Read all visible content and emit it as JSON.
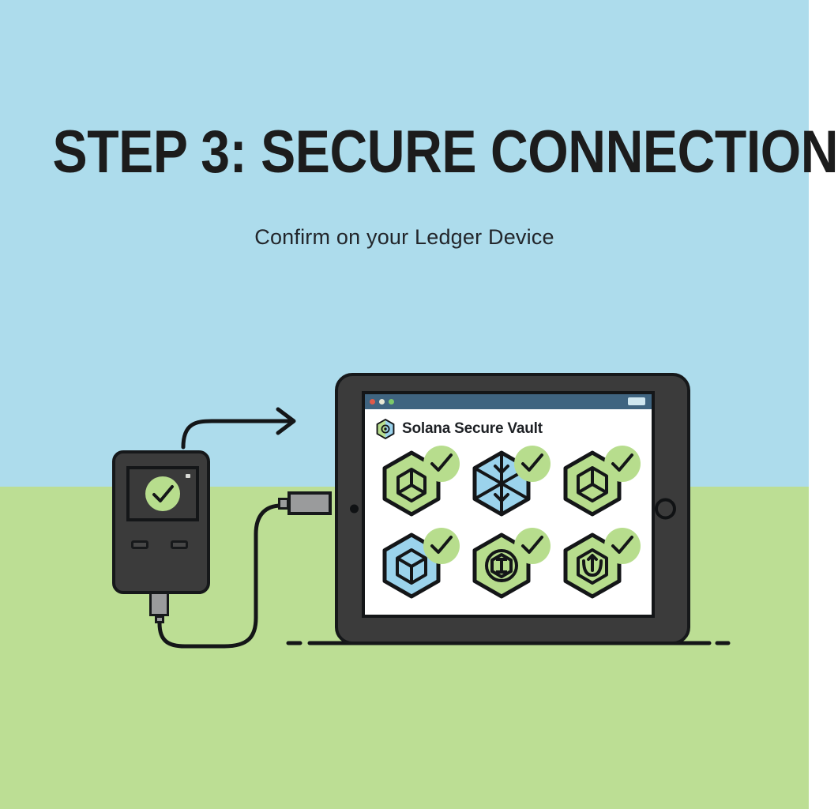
{
  "scene": {
    "sky_color": "#addcec",
    "ground_color": "#bcde94",
    "outline_color": "#16181a"
  },
  "heading": {
    "title": "STEP 3: SECURE CONNECTION",
    "subtitle": "Confirm on your Ledger Device"
  },
  "ledger_device": {
    "name": "ledger-hardware-wallet",
    "screen_status_icon": "check-circle-icon",
    "status_color": "#b7dd8d",
    "led_indicator": "power-led",
    "buttons": [
      "left-button",
      "right-button"
    ],
    "connector": "usb-plug"
  },
  "tablet": {
    "home_button": "home-button",
    "camera": "front-camera",
    "connector": "usb-port-plug"
  },
  "window": {
    "titlebar": {
      "dots": [
        "close-dot",
        "minimize-dot",
        "maximize-dot"
      ],
      "dot_colors": [
        "#e05b4a",
        "#eae9d6",
        "#7cc96a"
      ],
      "bar_color": "#3f6480",
      "tab_indicator": "window-tab-indicator"
    },
    "app": {
      "logo_icon": "solana-hexagon-logo-icon",
      "title": "Solana Secure Vault"
    },
    "grid": {
      "badge_icon": "check-badge-icon",
      "badge_color": "#b7dd8d",
      "green_fill": "#b7dd8d",
      "blue_fill": "#9bd3ec",
      "items": [
        {
          "name": "asset-hex-spokes-green",
          "glyph": "hexagon-spokes-icon",
          "fill": "green",
          "verified": true
        },
        {
          "name": "asset-cube-blue",
          "glyph": "cube-arrows-icon",
          "fill": "blue",
          "verified": true
        },
        {
          "name": "asset-hex-spokes-green-2",
          "glyph": "hexagon-spokes-icon",
          "fill": "green",
          "verified": true
        },
        {
          "name": "asset-cube-blue-2",
          "glyph": "cube-icon",
          "fill": "blue",
          "verified": true
        },
        {
          "name": "asset-token-coin-green",
          "glyph": "token-coin-icon",
          "fill": "green",
          "verified": true
        },
        {
          "name": "asset-anchor-green",
          "glyph": "anchor-circle-icon",
          "fill": "green",
          "verified": true
        }
      ]
    }
  },
  "annotations": {
    "arrow": "curved-arrow-device-to-tablet",
    "cable": "usb-cable",
    "ground_line": "dashed-ground-line"
  }
}
